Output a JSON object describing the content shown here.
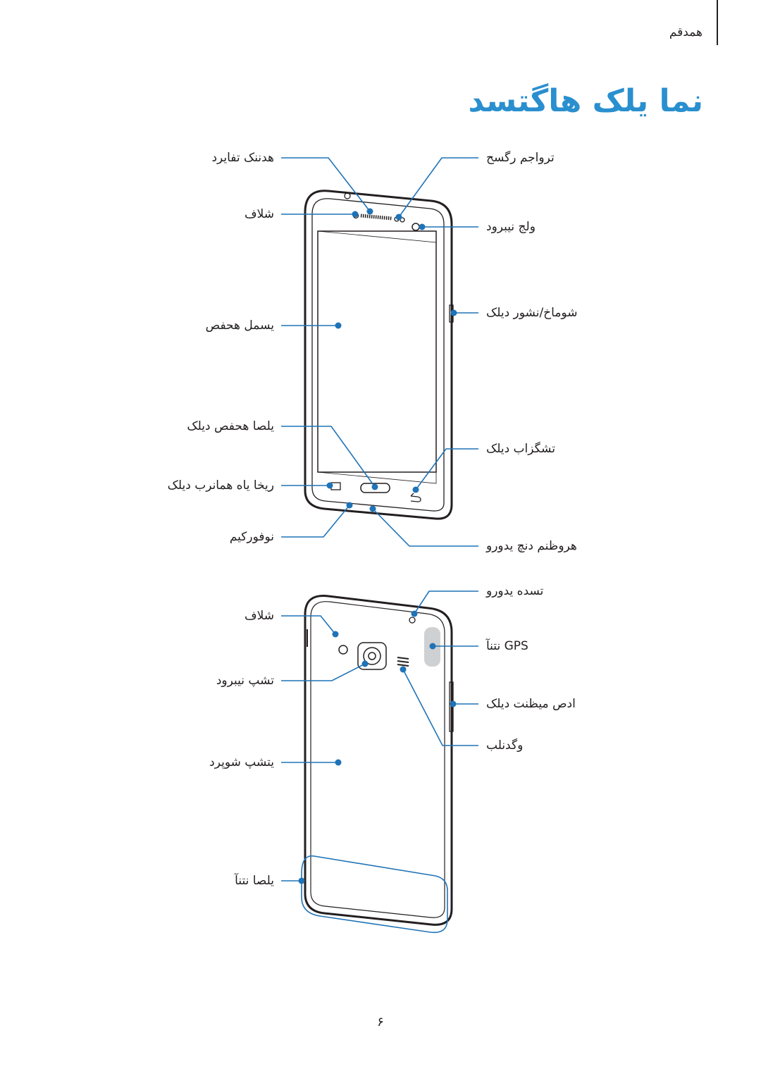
{
  "header": {
    "section": "همدقم"
  },
  "title": "نما یلک هاگتسد",
  "front": {
    "labels_left": {
      "proximity_sensor": "هدننک تفایرد",
      "flash": "شلاف",
      "touchscreen": "یسمل هحفص",
      "home_key": "یلصا هحفص دیلک",
      "recent_apps_key": "ریخا یاه همانرب دیلک",
      "microphone": "نوفورکیم"
    },
    "labels_right": {
      "light_sensor": "ترواجم رگسح",
      "front_camera": "ولج نیبرود",
      "volume_power_key": "شوماخ/نشور دیلک",
      "back_key": "تشگزاب دیلک",
      "multipurpose_jack": "هروظنم دنچ یدورو"
    }
  },
  "back": {
    "labels_left": {
      "flash": "شلاف",
      "rear_camera": "تشپ نیبرود",
      "back_cover": "یتشپ شوپرد",
      "main_antenna": "یلصا نتنآ"
    },
    "labels_right": {
      "headset_jack": "تسده یدورو",
      "gps_antenna": "GPS نتنآ",
      "volume_key": "ادص میظنت دیلک",
      "speaker": "وگدنلب"
    }
  },
  "page_number": "۶",
  "colors": {
    "accent": "#2a8fcf",
    "callout": "#1f73b7",
    "ink": "#231f20"
  }
}
